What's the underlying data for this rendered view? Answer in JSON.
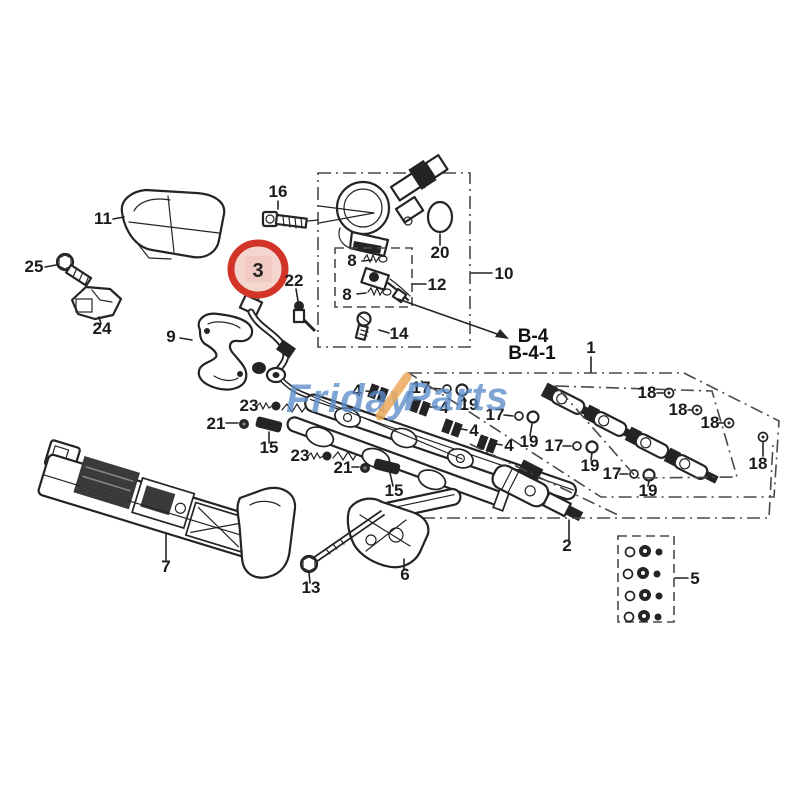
{
  "diagram": {
    "kind": "exploded-parts-diagram",
    "subject": "fuel injection / high-pressure fuel pump and fuel rail assembly",
    "highlighted_part_number": "3",
    "part_numbers_shown": [
      "1",
      "2",
      "3",
      "4",
      "5",
      "6",
      "7",
      "8",
      "9",
      "10",
      "11",
      "12",
      "13",
      "14",
      "15",
      "16",
      "17",
      "18",
      "19",
      "20",
      "21",
      "22",
      "23",
      "24",
      "25"
    ],
    "reference_codes": [
      "B-4",
      "B-4-1"
    ]
  },
  "callouts": {
    "n1": "1",
    "n2": "2",
    "n3": "3",
    "n4": "4",
    "n5": "5",
    "n6": "6",
    "n7": "7",
    "n8": "8",
    "n9": "9",
    "n10": "10",
    "n11": "11",
    "n12": "12",
    "n13": "13",
    "n14": "14",
    "n15": "15",
    "n16": "16",
    "n17": "17",
    "n18": "18",
    "n19": "19",
    "n20": "20",
    "n21": "21",
    "n22": "22",
    "n23": "23",
    "n24": "24",
    "n25": "25",
    "b4": "B-4",
    "b41": "B-4-1"
  },
  "watermark": {
    "word1": "Friday",
    "word2": "Parts",
    "blue": "#5c8cc8",
    "orange": "#eda95b"
  },
  "highlight": {
    "ring_color": "#d23427",
    "fill_color": "#f5d6cf"
  }
}
